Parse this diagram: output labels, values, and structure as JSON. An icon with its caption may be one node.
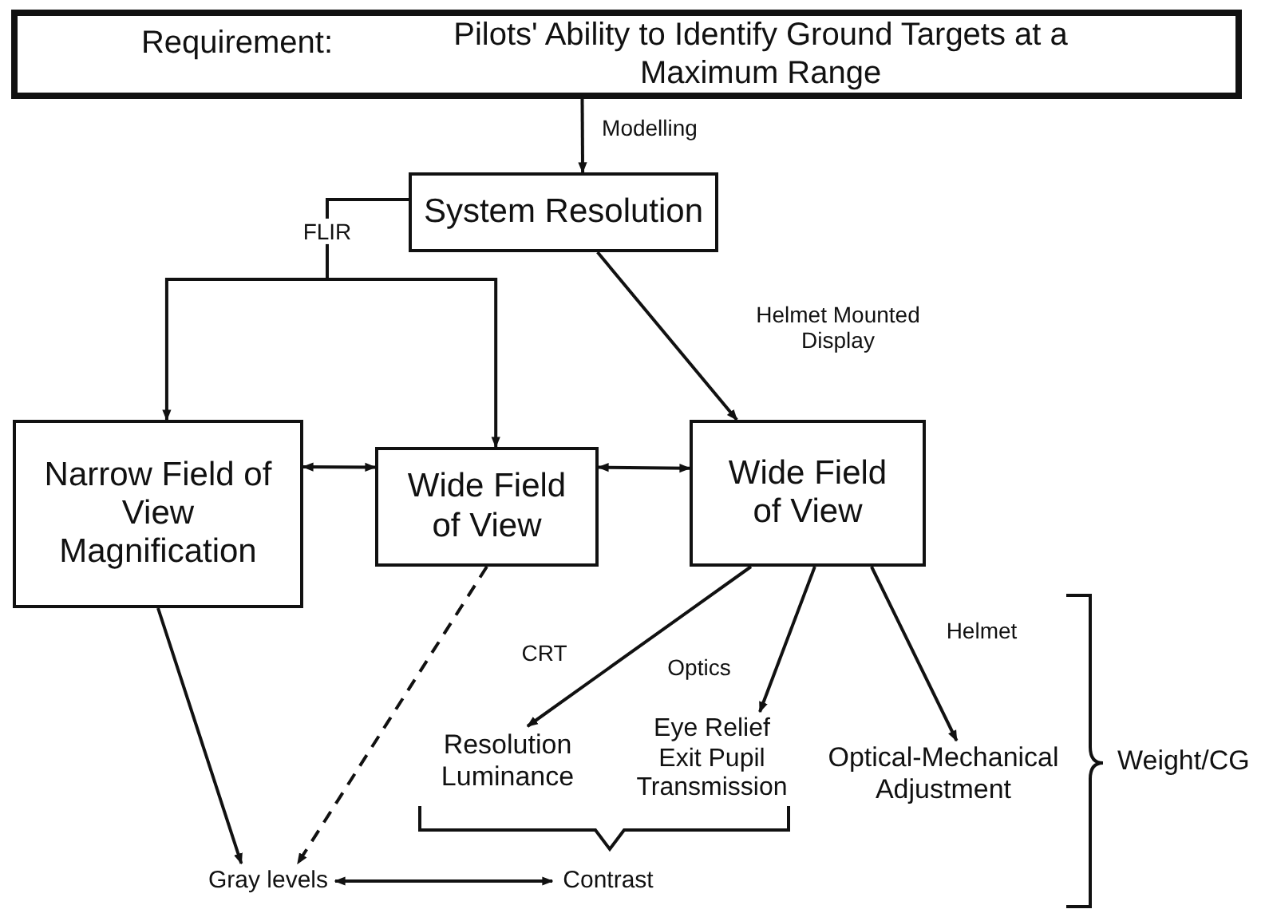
{
  "diagram": {
    "nodes": [
      {
        "text": [
          "Requirement:",
          "Pilots' Ability to Identify Ground Targets at a Maximum Range"
        ]
      },
      {
        "text": [
          "System Resolution"
        ]
      },
      {
        "text": [
          "Narrow Field of View Magnification"
        ]
      },
      {
        "text": [
          "Wide Field of View"
        ]
      },
      {
        "text": [
          "Wide Field of View"
        ]
      },
      {
        "text": [
          "Resolution Luminance"
        ]
      },
      {
        "text": [
          "Eye Relief Exit Pupil Transmission"
        ]
      },
      {
        "text": [
          "Optical-Mechanical Adjustment"
        ]
      },
      {
        "text": [
          "Gray levels"
        ]
      },
      {
        "text": [
          "Contrast"
        ]
      }
    ],
    "edges": [
      {
        "from": 0,
        "to": 1,
        "arrow": "to",
        "label": "Modelling"
      },
      {
        "from": 1,
        "to": 2,
        "arrow": "to",
        "label": "FLIR"
      },
      {
        "from": 1,
        "to": 3,
        "arrow": "to"
      },
      {
        "from": 2,
        "to": 3,
        "arrow": "both"
      },
      {
        "from": 3,
        "to": 4,
        "arrow": "both"
      },
      {
        "from": 1,
        "to": 4,
        "arrow": "to",
        "label": "Helmet Mounted Display"
      },
      {
        "from": 4,
        "to": 5,
        "arrow": "to",
        "label": "CRT"
      },
      {
        "from": 4,
        "to": 6,
        "arrow": "to",
        "label": "Optics"
      },
      {
        "from": 4,
        "to": 7,
        "arrow": "to",
        "label": "Helmet"
      },
      {
        "from": 2,
        "to": 8,
        "arrow": "to"
      },
      {
        "from": 3,
        "to": 8,
        "arrow": "to",
        "style": "dashed"
      },
      {
        "from": 8,
        "to": 9,
        "arrow": "both"
      }
    ],
    "labels": [
      "Weight/CG"
    ]
  }
}
